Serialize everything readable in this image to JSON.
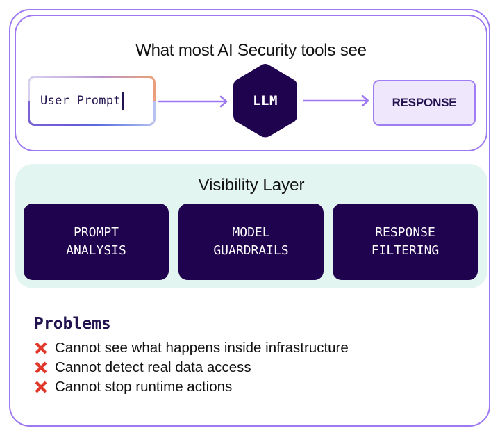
{
  "top_section": {
    "title": "What most AI Security tools see",
    "flow": {
      "input_label": "User Prompt",
      "model_label": "LLM",
      "output_label": "RESPONSE"
    }
  },
  "visibility_layer": {
    "title": "Visibility Layer",
    "cards": [
      {
        "label": "PROMPT\nANALYSIS"
      },
      {
        "label": "MODEL\nGUARDRAILS"
      },
      {
        "label": "RESPONSE\nFILTERING"
      }
    ]
  },
  "problems": {
    "title": "Problems",
    "icon": "cross-mark-icon",
    "items": [
      {
        "text": "Cannot see what happens inside infrastructure"
      },
      {
        "text": "Cannot detect real data access"
      },
      {
        "text": "Cannot stop runtime actions"
      }
    ]
  },
  "colors": {
    "accent_purple": "#9d78f1",
    "dark_navy": "#20034f",
    "panel_mint": "#e2f5f1",
    "response_fill": "#efe7fc",
    "cross_red": "#e0392b"
  }
}
